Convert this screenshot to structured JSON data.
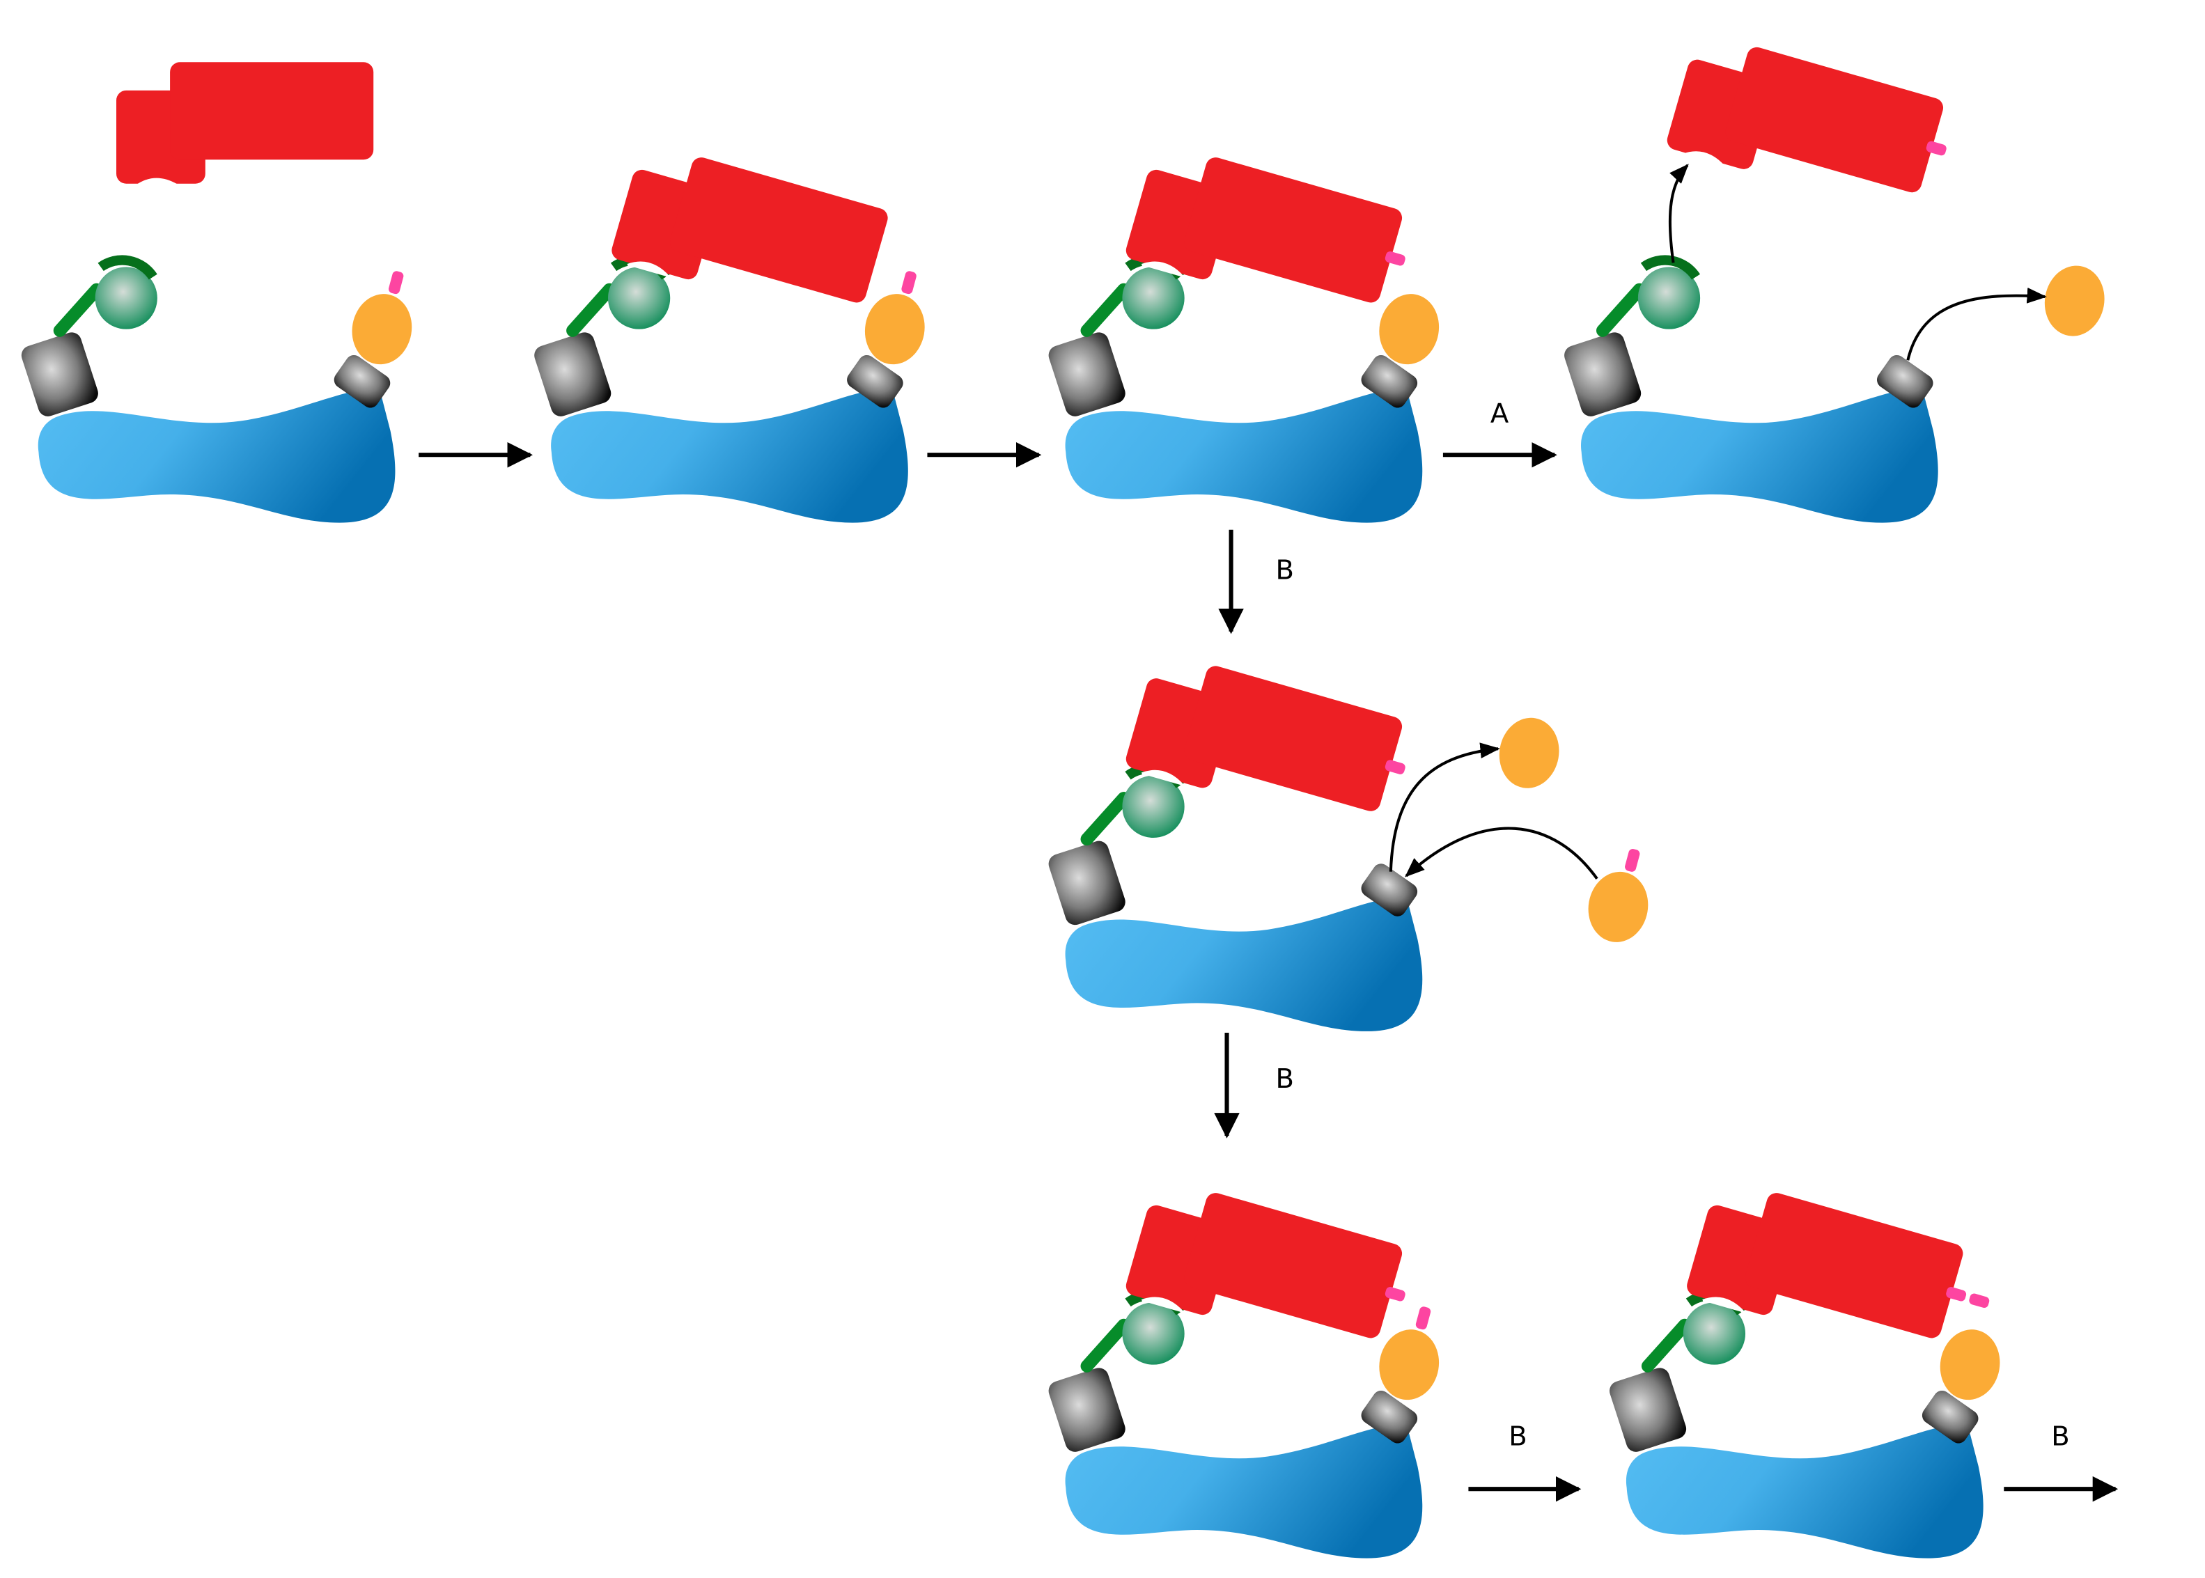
{
  "diagram": {
    "arrow_labels": {
      "step_a": "A",
      "step_b_down_1": "B",
      "step_b_down_2": "B",
      "step_b_right_1": "B",
      "step_b_right_2": "B"
    },
    "colors": {
      "red_protein": "#ed1f24",
      "blue_body": "#2a9ad8",
      "green_linker": "#068c2a",
      "green_domain": "#0a8a55",
      "orange_ligand": "#fbab36",
      "pink_tag": "#fd45a1",
      "grey_domain": "#777777"
    }
  }
}
